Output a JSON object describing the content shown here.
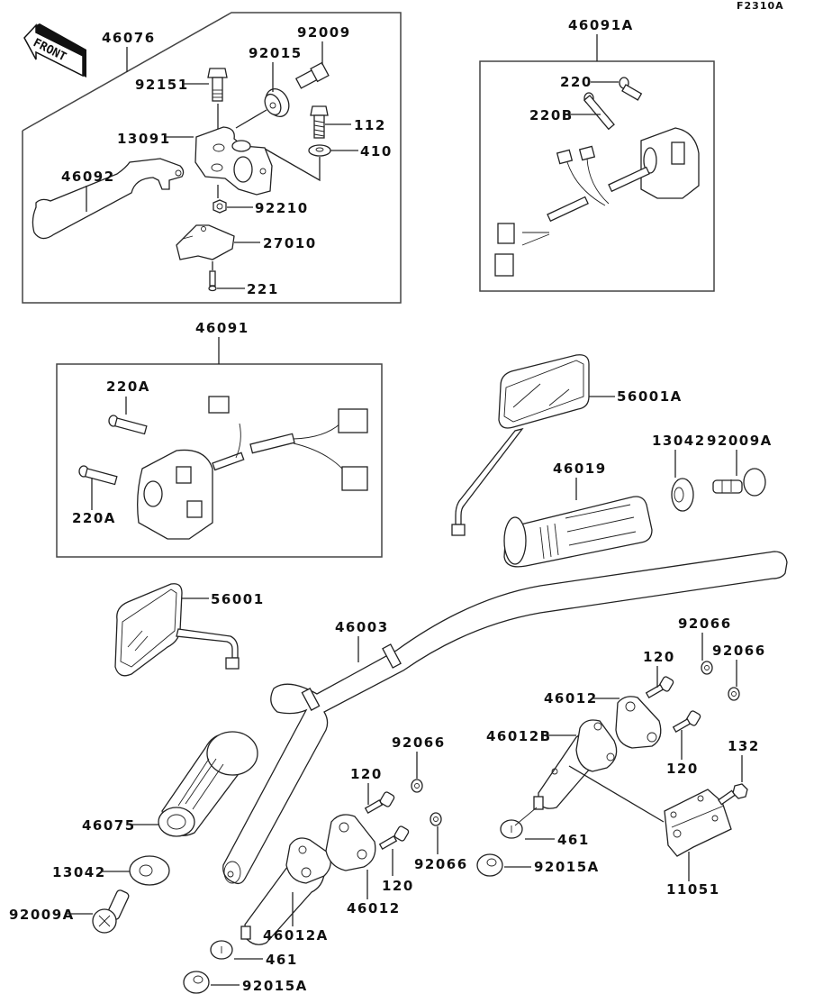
{
  "diagram": {
    "code": "F2310A",
    "front_label": "FRONT",
    "groups": {
      "clutch_lever_assembly": {
        "ref": "46076",
        "parts": [
          "92009",
          "92015",
          "92151",
          "112",
          "13091",
          "410",
          "46092",
          "92210",
          "27010",
          "221"
        ]
      },
      "switch_housing_right": {
        "ref": "46091A",
        "parts": [
          "220",
          "220B"
        ]
      },
      "switch_housing_left": {
        "ref": "46091",
        "parts": [
          "220A",
          "220A"
        ]
      }
    },
    "labels": {
      "l46076": "46076",
      "l92009": "92009",
      "l92015": "92015",
      "l92151": "92151",
      "l112": "112",
      "l13091": "13091",
      "l410": "410",
      "l46092": "46092",
      "l92210": "92210",
      "l27010": "27010",
      "l221": "221",
      "l46091A": "46091A",
      "l220": "220",
      "l220B": "220B",
      "l46091": "46091",
      "l220A_top": "220A",
      "l220A_bottom": "220A",
      "l56001A": "56001A",
      "l13042_right": "13042",
      "l92009A_right": "92009A",
      "l46019": "46019",
      "l56001": "56001",
      "l46003": "46003",
      "l92066_a": "92066",
      "l92066_b": "92066",
      "l120_a": "120",
      "l46012_right": "46012",
      "l46012B": "46012B",
      "l120_b": "120",
      "l132": "132",
      "l92066_c": "92066",
      "l120_c": "120",
      "l46075": "46075",
      "l92066_d": "92066",
      "l120_d": "120",
      "l461_right": "461",
      "l92015A_right": "92015A",
      "l11051": "11051",
      "l13042_left": "13042",
      "l46012_left": "46012",
      "l92009A_left": "92009A",
      "l46012A": "46012A",
      "l461_left": "461",
      "l92015A_left": "92015A"
    }
  }
}
